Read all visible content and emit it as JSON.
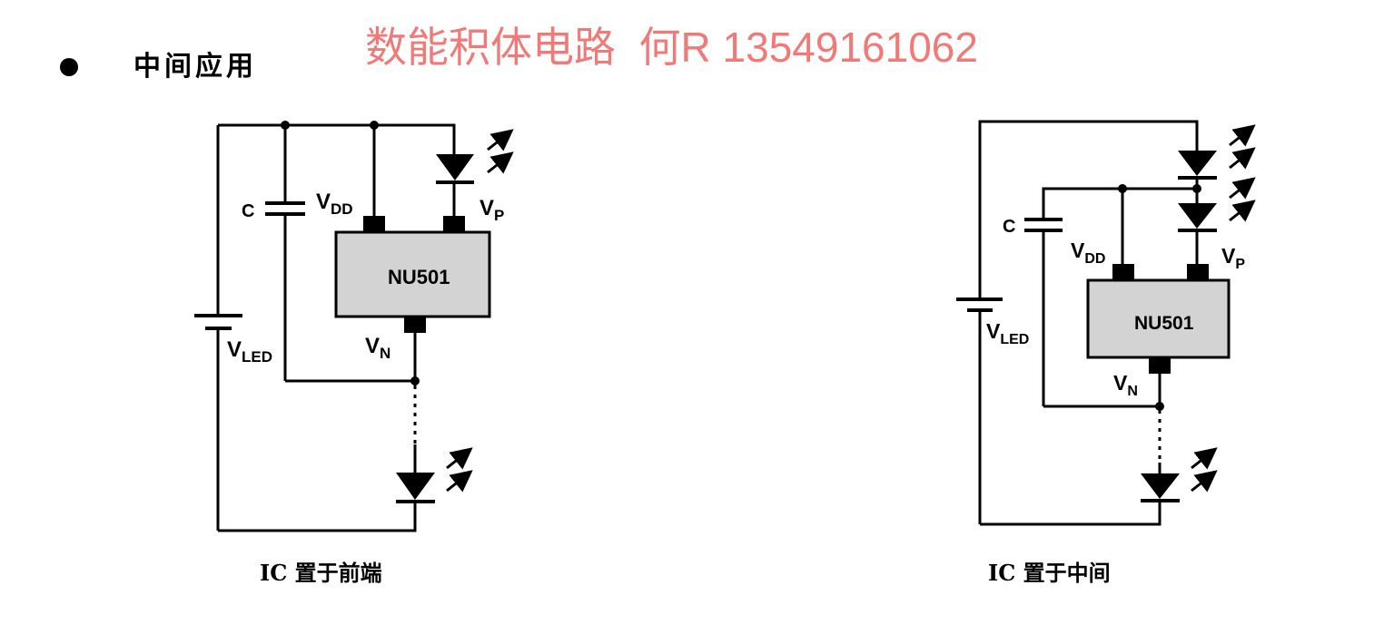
{
  "header": {
    "section_title": "中间应用",
    "watermark": "数能积体电路  何R 13549161062",
    "watermark_color": "#f07a78"
  },
  "diagrams": [
    {
      "caption": "IC 置于前端",
      "chip_label": "NU501",
      "capacitor_label": "C",
      "vdd": {
        "main": "V",
        "sub": "DD"
      },
      "vp": {
        "main": "V",
        "sub": "P"
      },
      "vn": {
        "main": "V",
        "sub": "N"
      },
      "vled": {
        "main": "V",
        "sub": "LED"
      }
    },
    {
      "caption": "IC 置于中间",
      "chip_label": "NU501",
      "capacitor_label": "C",
      "vdd": {
        "main": "V",
        "sub": "DD"
      },
      "vp": {
        "main": "V",
        "sub": "P"
      },
      "vn": {
        "main": "V",
        "sub": "N"
      },
      "vled": {
        "main": "V",
        "sub": "LED"
      }
    }
  ],
  "colors": {
    "chip_fill": "#d3d3d3",
    "wire": "#000000"
  }
}
